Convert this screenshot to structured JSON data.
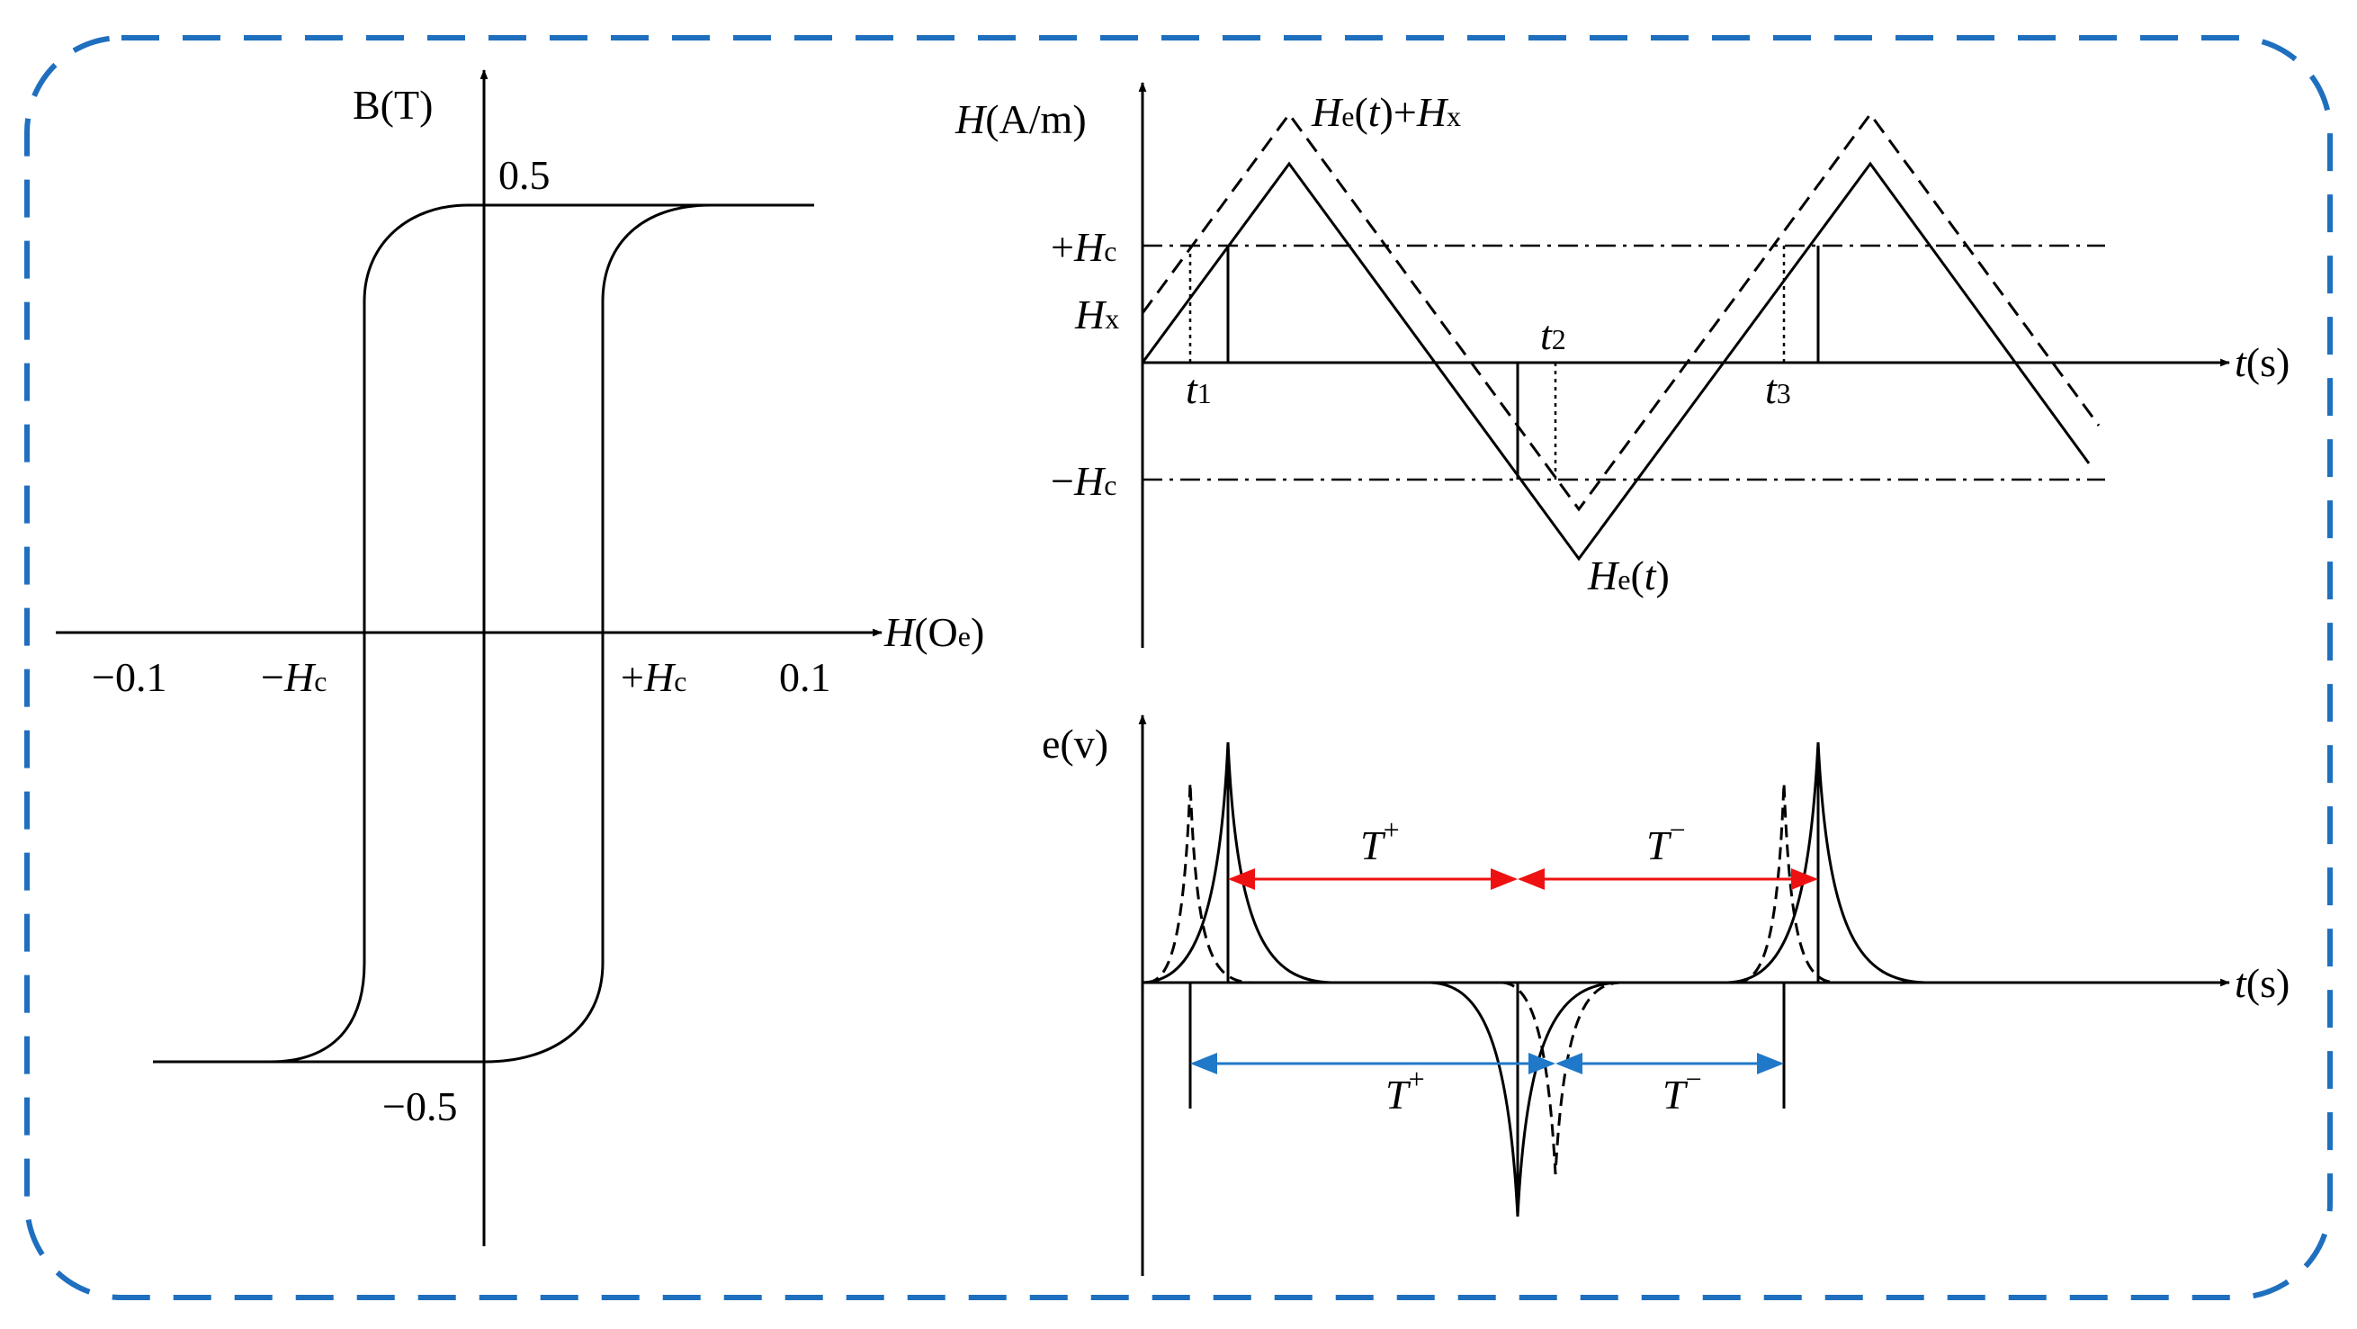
{
  "frame": {
    "border_color": "#1f6fbf"
  },
  "hysteresis": {
    "y_axis_label": "B(T)",
    "x_axis_label_main": "H",
    "x_axis_label_rest": "(O",
    "x_axis_label_sub": "e",
    "x_axis_label_close": ")",
    "y_tick_top": "0.5",
    "y_tick_bottom": "−0.5",
    "x_tick_left": "−0.1",
    "x_tick_right": "0.1",
    "neg_hc_sign": "−",
    "pos_hc_sign": "+",
    "hc_letter": "H",
    "hc_sub": "c"
  },
  "field_plot": {
    "y_axis_letter": "H",
    "y_axis_unit": "(A/m)",
    "x_axis_letter": "t",
    "x_axis_unit": "(s)",
    "pos_hc_sign": "+",
    "neg_hc_sign": "−",
    "hc_letter": "H",
    "hc_sub": "c",
    "hx_letter": "H",
    "hx_sub": "x",
    "dashed_curve_label": {
      "H": "H",
      "sub_e": "e",
      "paren": "(",
      "t": "t",
      "close": ")+",
      "H2": "H",
      "sub_x": "x"
    },
    "solid_curve_label": {
      "H": "H",
      "sub_e": "e",
      "paren": "(",
      "t": "t",
      "close": ")"
    },
    "t1": {
      "t": "t",
      "sub": "1"
    },
    "t2": {
      "t": "t",
      "sub": "2"
    },
    "t3": {
      "t": "t",
      "sub": "3"
    }
  },
  "voltage_plot": {
    "y_axis_label": "e(v)",
    "x_axis_letter": "t",
    "x_axis_unit": "(s)",
    "red_color": "#ee1111",
    "blue_color": "#1f78c8",
    "red_left": {
      "T": "T",
      "sup": "+"
    },
    "red_right": {
      "T": "T",
      "sup": "−"
    },
    "blue_left": {
      "T": "T",
      "sup": "+"
    },
    "blue_right": {
      "T": "T",
      "sup": "−"
    }
  }
}
